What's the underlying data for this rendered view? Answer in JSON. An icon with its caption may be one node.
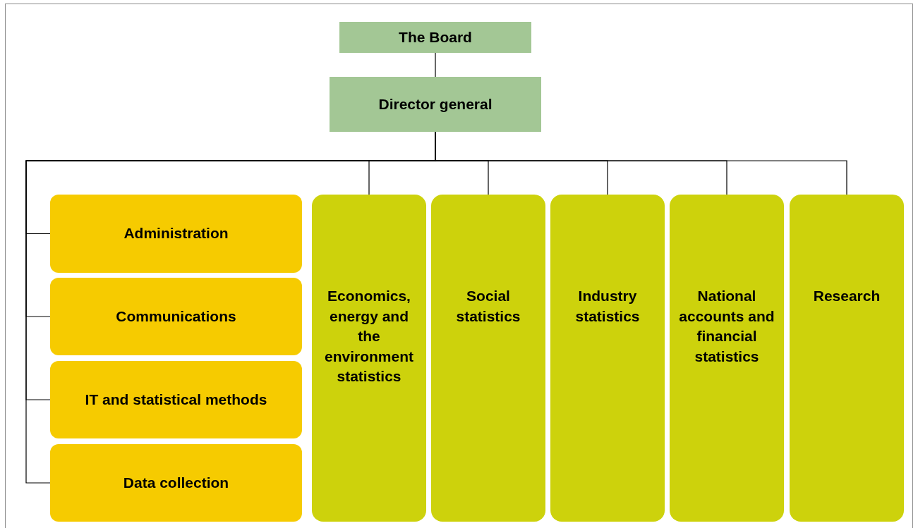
{
  "diagram": {
    "nodes": [
      {
        "text": [
          "The Board"
        ]
      },
      {
        "text": [
          "Director general"
        ]
      },
      {
        "text": [
          "Administration"
        ]
      },
      {
        "text": [
          "Communications"
        ]
      },
      {
        "text": [
          "IT and statistical methods"
        ]
      },
      {
        "text": [
          "Data collection"
        ]
      },
      {
        "text": [
          "Economics, energy and the environment statistics"
        ]
      },
      {
        "text": [
          "Social statistics"
        ]
      },
      {
        "text": [
          "Industry statistics"
        ]
      },
      {
        "text": [
          "National accounts and financial statistics"
        ]
      },
      {
        "text": [
          "Research"
        ]
      }
    ],
    "edges": [
      {
        "from": 0,
        "to": 1,
        "arrow": "none"
      },
      {
        "from": 1,
        "to": 2,
        "arrow": "none"
      },
      {
        "from": 1,
        "to": 3,
        "arrow": "none"
      },
      {
        "from": 1,
        "to": 4,
        "arrow": "none"
      },
      {
        "from": 1,
        "to": 5,
        "arrow": "none"
      },
      {
        "from": 1,
        "to": 6,
        "arrow": "none"
      },
      {
        "from": 1,
        "to": 7,
        "arrow": "none"
      },
      {
        "from": 1,
        "to": 8,
        "arrow": "none"
      },
      {
        "from": 1,
        "to": 9,
        "arrow": "none"
      },
      {
        "from": 1,
        "to": 10,
        "arrow": "none"
      }
    ]
  }
}
